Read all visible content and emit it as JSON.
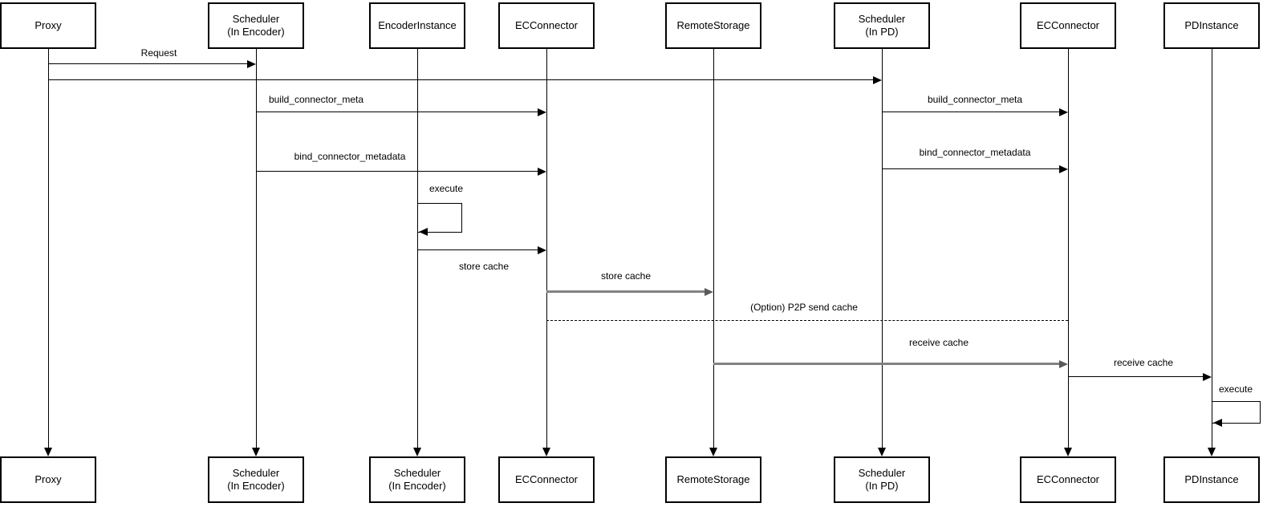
{
  "diagram": {
    "type": "sequence-diagram",
    "background": "#ffffff",
    "colors": {
      "line": "#000000",
      "gray_line": "#828282",
      "text": "#000000",
      "box_fill": "#ffffff",
      "box_border": "#000000"
    },
    "participants": [
      {
        "id": "proxy",
        "top": {
          "line1": "Proxy"
        },
        "bottom": {
          "line1": "Proxy"
        }
      },
      {
        "id": "scheduler-in-encoder",
        "top": {
          "line1": "Scheduler",
          "line2": "(In Encoder)"
        },
        "bottom": {
          "line1": "Scheduler",
          "line2": "(In Encoder)"
        }
      },
      {
        "id": "encoder-instance",
        "top": {
          "line1": "EncoderInstance"
        },
        "bottom": {
          "line1": "Scheduler",
          "line2": "(In Encoder)"
        }
      },
      {
        "id": "ec-connector-encoder",
        "top": {
          "line1": "ECConnector"
        },
        "bottom": {
          "line1": "ECConnector"
        }
      },
      {
        "id": "remote-storage",
        "top": {
          "line1": "RemoteStorage"
        },
        "bottom": {
          "line1": "RemoteStorage"
        }
      },
      {
        "id": "scheduler-in-pd",
        "top": {
          "line1": "Scheduler",
          "line2": "(In PD)"
        },
        "bottom": {
          "line1": "Scheduler",
          "line2": "(In PD)"
        }
      },
      {
        "id": "ec-connector-pd",
        "top": {
          "line1": "ECConnector"
        },
        "bottom": {
          "line1": "ECConnector"
        }
      },
      {
        "id": "pd-instance",
        "top": {
          "line1": "PDInstance"
        },
        "bottom": {
          "line1": "PDInstance"
        }
      }
    ],
    "messages": [
      {
        "id": "request",
        "label": "Request",
        "from": "proxy",
        "to": "scheduler-in-encoder",
        "style": "solid"
      },
      {
        "id": "forward-to-pd",
        "label": "",
        "from": "proxy",
        "to": "scheduler-in-pd",
        "style": "solid"
      },
      {
        "id": "build-connector-meta-encoder",
        "label": "build_connector_meta",
        "from": "scheduler-in-encoder",
        "to": "ec-connector-encoder",
        "style": "solid"
      },
      {
        "id": "build-connector-meta-pd",
        "label": "build_connector_meta",
        "from": "scheduler-in-pd",
        "to": "ec-connector-pd",
        "style": "solid"
      },
      {
        "id": "bind-connector-metadata-encoder",
        "label": "bind_connector_metadata",
        "from": "scheduler-in-encoder",
        "to": "ec-connector-encoder",
        "style": "solid"
      },
      {
        "id": "bind-connector-metadata-pd",
        "label": "bind_connector_metadata",
        "from": "scheduler-in-pd",
        "to": "ec-connector-pd",
        "style": "solid"
      },
      {
        "id": "execute-encoder",
        "label": "execute",
        "from": "encoder-instance",
        "to": "encoder-instance",
        "style": "self"
      },
      {
        "id": "store-cache-to-connector",
        "label": "store cache",
        "from": "encoder-instance",
        "to": "ec-connector-encoder",
        "style": "solid",
        "label_position": "below"
      },
      {
        "id": "store-cache-to-storage",
        "label": "store cache",
        "from": "ec-connector-encoder",
        "to": "remote-storage",
        "style": "solid-gray"
      },
      {
        "id": "p2p-send-cache",
        "label": "(Option) P2P send cache",
        "from": "ec-connector-encoder",
        "to": "ec-connector-pd",
        "style": "dashed"
      },
      {
        "id": "receive-cache-from-storage",
        "label": "receive cache",
        "from": "remote-storage",
        "to": "ec-connector-pd",
        "style": "solid-gray"
      },
      {
        "id": "receive-cache-to-instance",
        "label": "receive cache",
        "from": "ec-connector-pd",
        "to": "pd-instance",
        "style": "solid"
      },
      {
        "id": "execute-pd",
        "label": "execute",
        "from": "pd-instance",
        "to": "pd-instance",
        "style": "self"
      }
    ]
  }
}
